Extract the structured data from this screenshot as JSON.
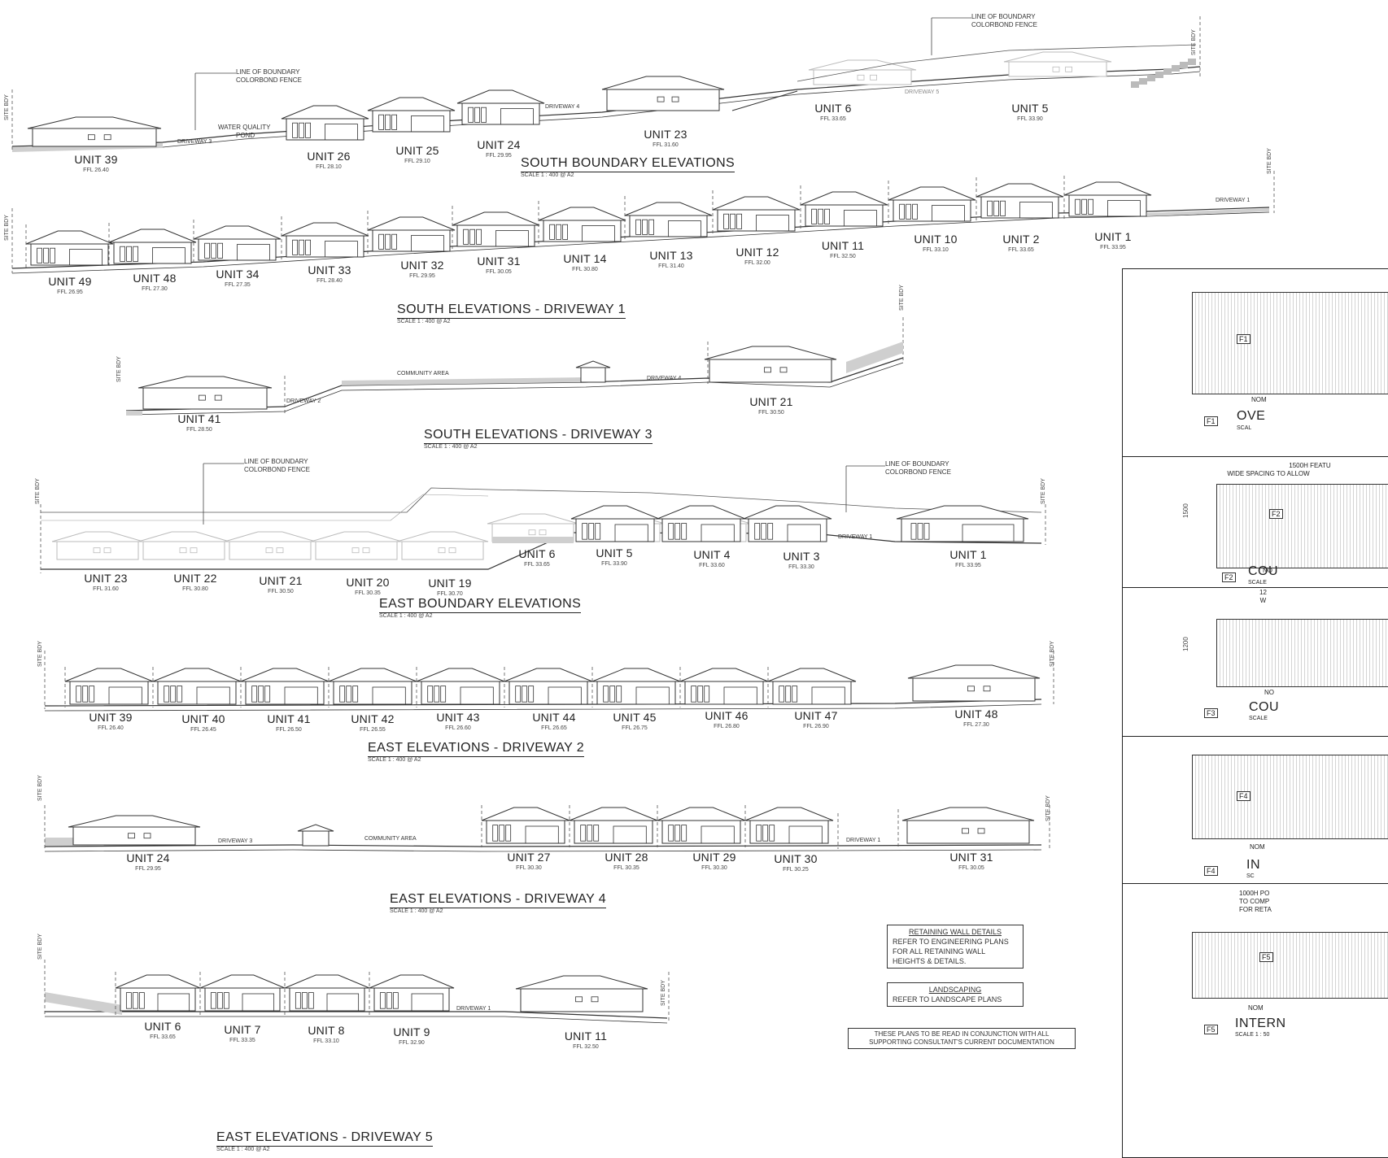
{
  "south_boundary": {
    "title": "SOUTH BOUNDARY ELEVATIONS",
    "scale": "SCALE 1 : 400 @ A2",
    "site_bdy": "SITE BDY",
    "fence_note_1": "LINE OF BOUNDARY",
    "fence_note_2": "COLORBOND FENCE",
    "water_1": "WATER QUALITY",
    "water_2": "POND",
    "driveway3": "DRIVEWAY 3",
    "driveway4": "DRIVEWAY 4",
    "driveway5": "DRIVEWAY 5",
    "units": [
      {
        "name": "UNIT 39",
        "ffl": "FFL 26.40"
      },
      {
        "name": "UNIT 26",
        "ffl": "FFL 28.10"
      },
      {
        "name": "UNIT 25",
        "ffl": "FFL 29.10"
      },
      {
        "name": "UNIT 24",
        "ffl": "FFL 29.95"
      },
      {
        "name": "UNIT 23",
        "ffl": "FFL 31.60"
      },
      {
        "name": "UNIT 6",
        "ffl": "FFL 33.65"
      },
      {
        "name": "UNIT 5",
        "ffl": "FFL 33.90"
      }
    ]
  },
  "south_dw1": {
    "title": "SOUTH  ELEVATIONS - DRIVEWAY 1",
    "scale": "SCALE 1 : 400 @ A2",
    "driveway1": "DRIVEWAY 1",
    "units": [
      {
        "name": "UNIT 49",
        "ffl": "FFL 26.95"
      },
      {
        "name": "UNIT 48",
        "ffl": "FFL 27.30"
      },
      {
        "name": "UNIT 34",
        "ffl": "FFL 27.35"
      },
      {
        "name": "UNIT 33",
        "ffl": "FFL 28.40"
      },
      {
        "name": "UNIT 32",
        "ffl": "FFL 29.95"
      },
      {
        "name": "UNIT 31",
        "ffl": "FFL 30.05"
      },
      {
        "name": "UNIT 14",
        "ffl": "FFL 30.80"
      },
      {
        "name": "UNIT 13",
        "ffl": "FFL 31.40"
      },
      {
        "name": "UNIT 12",
        "ffl": "FFL 32.00"
      },
      {
        "name": "UNIT 11",
        "ffl": "FFL 32.50"
      },
      {
        "name": "UNIT 10",
        "ffl": "FFL 33.10"
      },
      {
        "name": "UNIT 2",
        "ffl": "FFL 33.65"
      },
      {
        "name": "UNIT 1",
        "ffl": "FFL 33.95"
      }
    ]
  },
  "south_dw3": {
    "title": "SOUTH ELEVATIONS -  DRIVEWAY 3",
    "scale": "SCALE 1 : 400 @ A2",
    "community": "COMMUNITY  AREA",
    "driveway2": "DRIVEWAY 2",
    "driveway4": "DRIVEWAY 4",
    "units": [
      {
        "name": "UNIT 41",
        "ffl": "FFL 28.50"
      },
      {
        "name": "UNIT 21",
        "ffl": "FFL 30.50"
      }
    ]
  },
  "east_boundary": {
    "title": "EAST BOUNDARY ELEVATIONS",
    "scale": "SCALE 1 : 400 @ A2",
    "driveway1": "DRIVEWAY 1",
    "units": [
      {
        "name": "UNIT 23",
        "ffl": "FFL 31.60"
      },
      {
        "name": "UNIT 22",
        "ffl": "FFL 30.80"
      },
      {
        "name": "UNIT 21",
        "ffl": "FFL 30.50"
      },
      {
        "name": "UNIT 20",
        "ffl": "FFL 30.35"
      },
      {
        "name": "UNIT 19",
        "ffl": "FFL 30.70"
      },
      {
        "name": "UNIT 6",
        "ffl": "FFL 33.65"
      },
      {
        "name": "UNIT 5",
        "ffl": "FFL 33.90"
      },
      {
        "name": "UNIT 4",
        "ffl": "FFL 33.60"
      },
      {
        "name": "UNIT 3",
        "ffl": "FFL 33.30"
      },
      {
        "name": "UNIT 1",
        "ffl": "FFL 33.95"
      }
    ]
  },
  "east_dw2": {
    "title": "EAST ELEVATIONS  -  DRIVEWAY 2",
    "scale": "SCALE 1 : 400 @ A2",
    "units": [
      {
        "name": "UNIT 39",
        "ffl": "FFL 26.40"
      },
      {
        "name": "UNIT 40",
        "ffl": "FFL 26.45"
      },
      {
        "name": "UNIT 41",
        "ffl": "FFL 26.50"
      },
      {
        "name": "UNIT 42",
        "ffl": "FFL 26.55"
      },
      {
        "name": "UNIT 43",
        "ffl": "FFL 26.60"
      },
      {
        "name": "UNIT 44",
        "ffl": "FFL 26.65"
      },
      {
        "name": "UNIT 45",
        "ffl": "FFL 26.75"
      },
      {
        "name": "UNIT 46",
        "ffl": "FFL 26.80"
      },
      {
        "name": "UNIT 47",
        "ffl": "FFL 26.90"
      },
      {
        "name": "UNIT 48",
        "ffl": "FFL 27.30"
      }
    ]
  },
  "east_dw4": {
    "title": "EAST ELEVATIONS -  DRIVEWAY 4",
    "scale": "SCALE 1 : 400 @ A2",
    "driveway3": "DRIVEWAY 3",
    "driveway1": "DRIVEWAY 1",
    "community": "COMMUNITY AREA",
    "units": [
      {
        "name": "UNIT 24",
        "ffl": "FFL 29.95"
      },
      {
        "name": "UNIT 27",
        "ffl": "FFL 30.30"
      },
      {
        "name": "UNIT 28",
        "ffl": "FFL 30.35"
      },
      {
        "name": "UNIT 29",
        "ffl": "FFL 30.30"
      },
      {
        "name": "UNIT 30",
        "ffl": "FFL 30.25"
      },
      {
        "name": "UNIT 31",
        "ffl": "FFL 30.05"
      }
    ]
  },
  "east_dw5": {
    "title": "EAST ELEVATIONS  - DRIVEWAY 5",
    "scale": "SCALE 1 : 400 @ A2",
    "driveway1": "DRIVEWAY 1",
    "units": [
      {
        "name": "UNIT 6",
        "ffl": "FFL 33.65"
      },
      {
        "name": "UNIT 7",
        "ffl": "FFL 33.35"
      },
      {
        "name": "UNIT 8",
        "ffl": "FFL 33.10"
      },
      {
        "name": "UNIT 9",
        "ffl": "FFL 32.90"
      },
      {
        "name": "UNIT 11",
        "ffl": "FFL 32.50"
      }
    ]
  },
  "notes": {
    "retaining_head": "RETAINING WALL DETAILS",
    "retaining_1": "REFER TO ENGINEERING PLANS",
    "retaining_2": "FOR ALL RETAINING WALL",
    "retaining_3": "HEIGHTS & DETAILS.",
    "landscaping_head": "LANDSCAPING",
    "landscaping_1": "REFER TO LANDSCAPE PLANS",
    "consult_1": "THESE PLANS TO BE READ IN CONJUNCTION WITH ALL",
    "consult_2": "SUPPORTING CONSULTANT'S CURRENT DOCUMENTATION"
  },
  "fence_panel": {
    "f1": {
      "tag": "F1",
      "title": "OVE",
      "scale": "SCAL",
      "nom": "NOM"
    },
    "f2": {
      "tag": "F2",
      "title": "COU",
      "scale": "SCALE",
      "nom": "NO",
      "height": "1500",
      "note_1": "1500H FEATU",
      "note_2": "WIDE SPACING TO ALLOW"
    },
    "f3": {
      "tag": "F3",
      "title": "COU",
      "scale": "SCALE",
      "nom": "NO",
      "height": "1200",
      "note_1": "12",
      "note_2": "W"
    },
    "f4": {
      "tag": "F4",
      "title": "IN",
      "scale": "SC",
      "nom": "NOM"
    },
    "f5": {
      "tag": "F5",
      "title": "INTERN",
      "scale": "SCALE 1 : 50",
      "nom": "NOM",
      "note_1": "1000H PO",
      "note_2": "TO COMP",
      "note_3": "FOR RETA"
    }
  }
}
